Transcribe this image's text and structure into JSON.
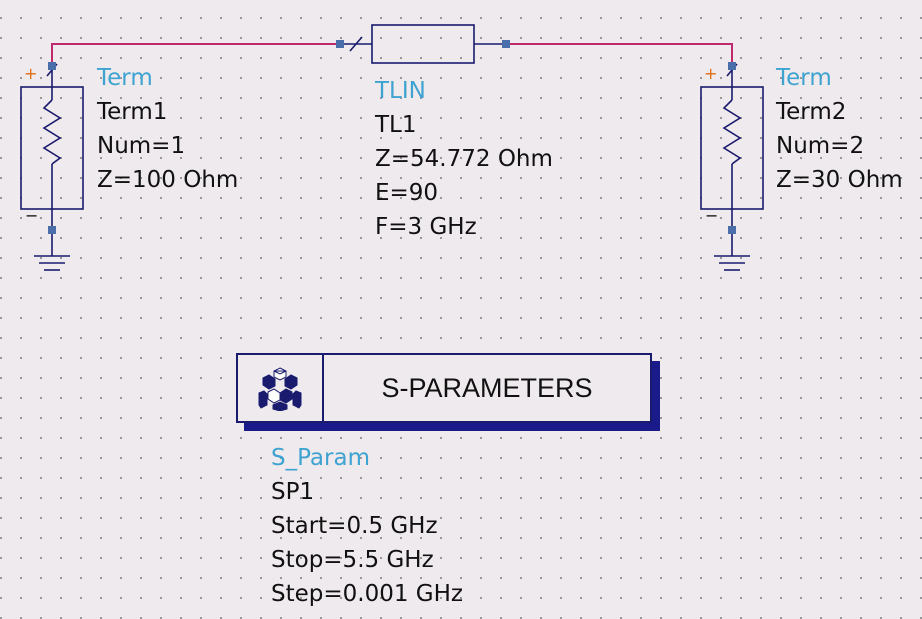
{
  "term1": {
    "type": "Term",
    "name": "Term1",
    "num": "Num=1",
    "z": "Z=100 Ohm"
  },
  "tlin": {
    "type": "TLIN",
    "name": "TL1",
    "z": "Z=54.772 Ohm",
    "e": "E=90",
    "f": "F=3 GHz"
  },
  "term2": {
    "type": "Term",
    "name": "Term2",
    "num": "Num=2",
    "z": "Z=30 Ohm"
  },
  "sparam": {
    "box_title": "S-PARAMETERS",
    "type": "S_Param",
    "name": "SP1",
    "start": "Start=0.5 GHz",
    "stop": "Stop=5.5 GHz",
    "step": "Step=0.001 GHz"
  },
  "polarity": {
    "plus": "+",
    "minus": "−"
  },
  "colors": {
    "wire": "#c02a6a",
    "component": "#1a1a6e",
    "pin": "#4a6ea9",
    "label_type": "#3fa3d1",
    "plus": "#e06a10"
  }
}
